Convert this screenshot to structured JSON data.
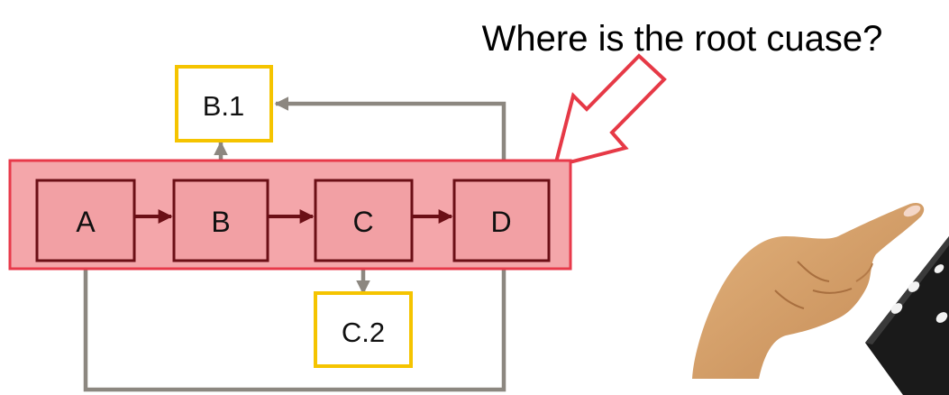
{
  "question": "Where is the root cuase?",
  "nodes": {
    "a": "A",
    "b": "B",
    "c": "C",
    "d": "D",
    "b1": "B.1",
    "c2": "C.2"
  },
  "edges": [
    {
      "from": "A",
      "to": "B"
    },
    {
      "from": "B",
      "to": "C"
    },
    {
      "from": "C",
      "to": "D"
    },
    {
      "from": "B",
      "to": "B.1"
    },
    {
      "from": "C",
      "to": "C.2"
    },
    {
      "from": "D",
      "to": "B.1"
    },
    {
      "from": "D",
      "to": "A"
    }
  ],
  "colors": {
    "highlight_fill": "#f4a6aa",
    "highlight_stroke": "#e8394a",
    "node_fill": "#f2a0a4",
    "node_stroke": "#6b0f16",
    "sub_node_stroke": "#f5c400",
    "feedback_stroke": "#8c8780",
    "callout_arrow": "#e63946"
  },
  "illustration": {
    "icon": "finger-pushing-domino-icon"
  }
}
